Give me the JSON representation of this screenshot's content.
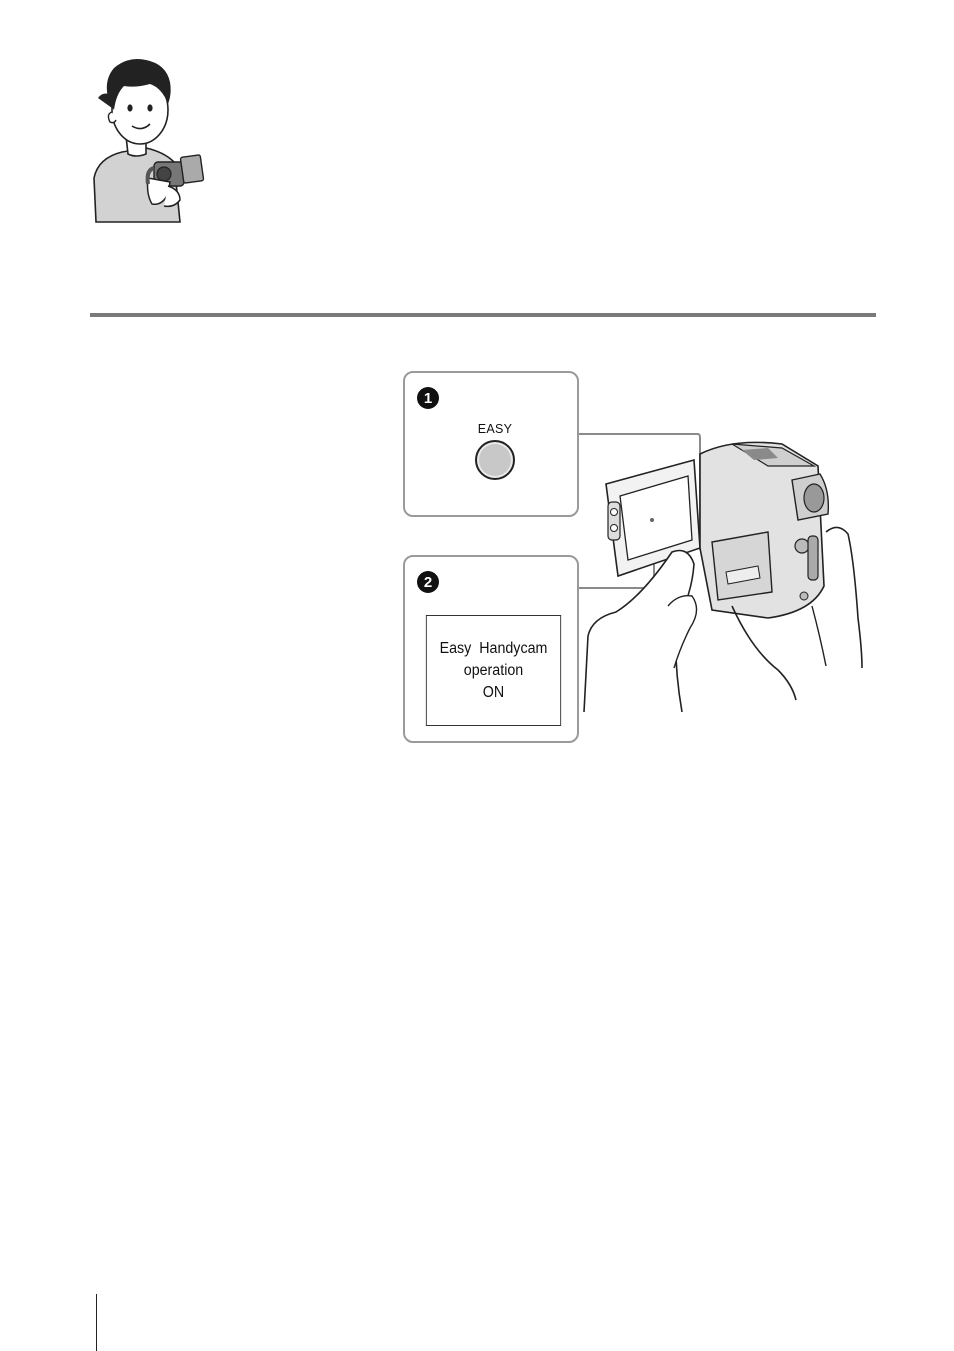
{
  "step1": {
    "number": "1",
    "button_label": "EASY"
  },
  "step2": {
    "number": "2",
    "message_lines": [
      "Easy  Handycam",
      "operation",
      "ON"
    ]
  },
  "colors": {
    "rule": "#7a7a7a",
    "callout_border": "#9a9a9a",
    "button_fill": "#c8c8c8"
  }
}
